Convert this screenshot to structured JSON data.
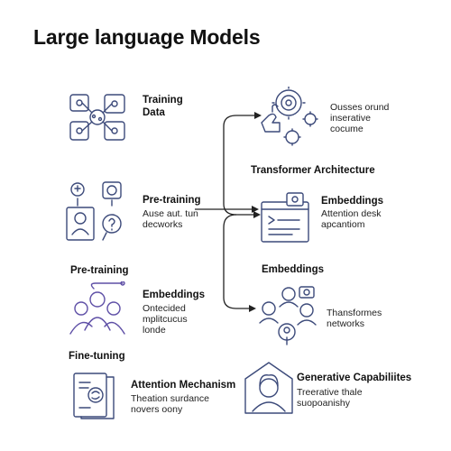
{
  "title": "Large language Models",
  "left_items": [
    {
      "heading": "Training\nData",
      "lines": []
    },
    {
      "heading": "Pre-training",
      "lines": [
        "Ause aut. tun",
        "decworks"
      ]
    },
    {
      "heading": "Embeddings",
      "lines": [
        "Ontecided",
        "mplitcucus",
        "londe"
      ]
    },
    {
      "heading": "Attention Mechanism",
      "lines": [
        "Theation surdance",
        "novers oony"
      ]
    }
  ],
  "left_section_labels": [
    "Pre-training",
    "Fine-tuning"
  ],
  "right_items": [
    {
      "heading": "",
      "lines": [
        "Ousses orund",
        "inserative",
        "cocume"
      ]
    },
    {
      "heading": "Embeddings",
      "lines": [
        "Attention desk",
        "apcantiom"
      ]
    },
    {
      "heading": "",
      "lines": [
        "Thansformes",
        "networks"
      ]
    },
    {
      "heading": "Generative Capabiliites",
      "lines": [
        "Treerative thale",
        "suopoanishy"
      ]
    }
  ],
  "right_section_labels": [
    "Transformer Architecture",
    "Embeddings"
  ],
  "icons": [
    "network-nodes-icon",
    "person-question-icon",
    "group-people-icon",
    "document-brain-icon",
    "hand-gears-icon",
    "document-embedding-icon",
    "people-network-icon",
    "person-badge-icon"
  ],
  "colors": {
    "stroke": "#3c4a7a",
    "accent": "#5e4fa6",
    "text": "#111111"
  }
}
